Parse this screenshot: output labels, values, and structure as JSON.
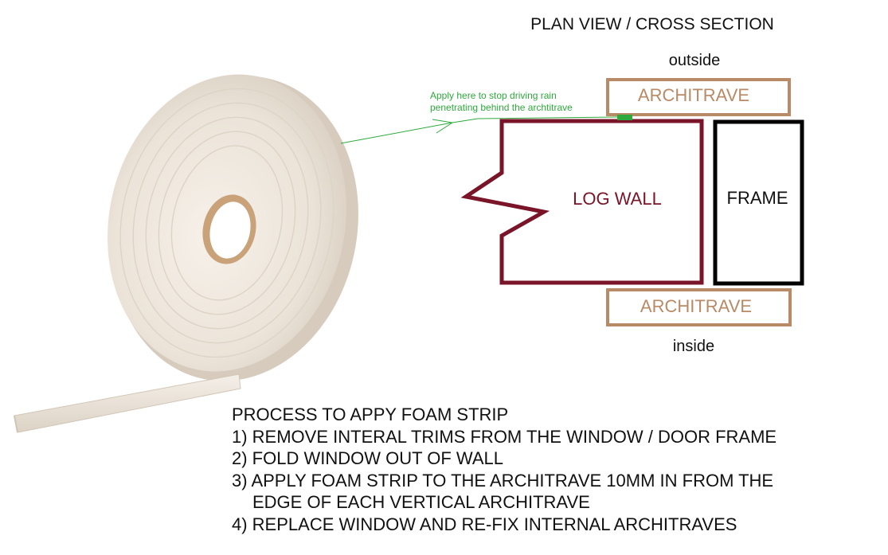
{
  "diagram": {
    "title": "PLAN VIEW / CROSS SECTION",
    "outside_label": "outside",
    "inside_label": "inside",
    "architrave_top": "ARCHITRAVE",
    "architrave_bottom": "ARCHITRAVE",
    "log_wall": "LOG WALL",
    "frame": "FRAME",
    "annotation_line1": "Apply here to stop driving rain",
    "annotation_line2": "penetrating behind the archtitrave"
  },
  "process": {
    "heading": "PROCESS TO APPY FOAM STRIP",
    "step1": "1) REMOVE INTERAL TRIMS FROM THE WINDOW / DOOR FRAME",
    "step2": "2) FOLD WINDOW OUT OF WALL",
    "step3a": "3) APPLY FOAM STRIP TO THE ARCHITRAVE 10MM IN FROM THE",
    "step3b": "EDGE OF EACH VERTICAL ARCHITRAVE",
    "step4": "4) REPLACE WINDOW AND RE-FIX INTERNAL ARCHITRAVES"
  },
  "colors": {
    "architrave": "#b88a66",
    "log_wall": "#7a1428",
    "frame": "#000000",
    "annotation": "#2eaa3c",
    "foam": "#efe8df"
  }
}
